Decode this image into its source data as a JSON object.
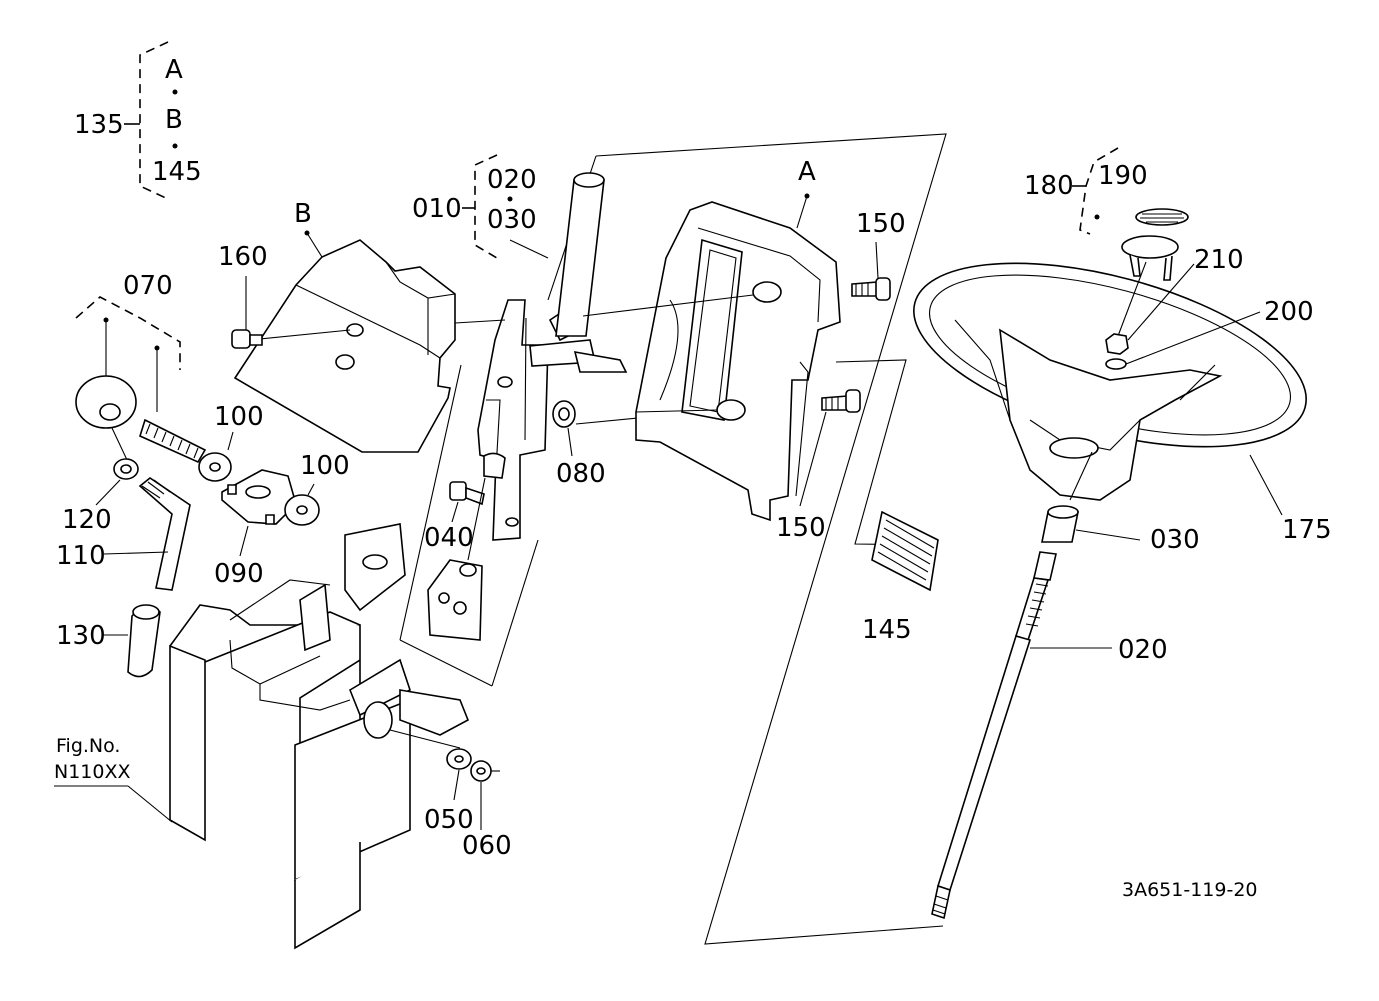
{
  "figure": {
    "fig_label": "Fig.No.",
    "fig_number": "N110XX",
    "drawing_code": "3A651-119-20"
  },
  "group_labels": {
    "group_135": {
      "ref": "135",
      "items": [
        "A",
        "B",
        "145"
      ]
    },
    "group_010": {
      "ref": "010",
      "items": [
        "020",
        "030"
      ]
    },
    "group_070": {
      "ref": "070"
    },
    "group_180": {
      "ref": "180",
      "item": "190"
    }
  },
  "panel_markers": {
    "a": "A",
    "b": "B"
  },
  "callouts": {
    "c160": "160",
    "c100a": "100",
    "c100b": "100",
    "c120": "120",
    "c110": "110",
    "c090": "090",
    "c130": "130",
    "c040": "040",
    "c080": "080",
    "c050": "050",
    "c060": "060",
    "c150a": "150",
    "c150b": "150",
    "c145": "145",
    "c210": "210",
    "c200": "200",
    "c175": "175",
    "c030": "030",
    "c020": "020"
  }
}
